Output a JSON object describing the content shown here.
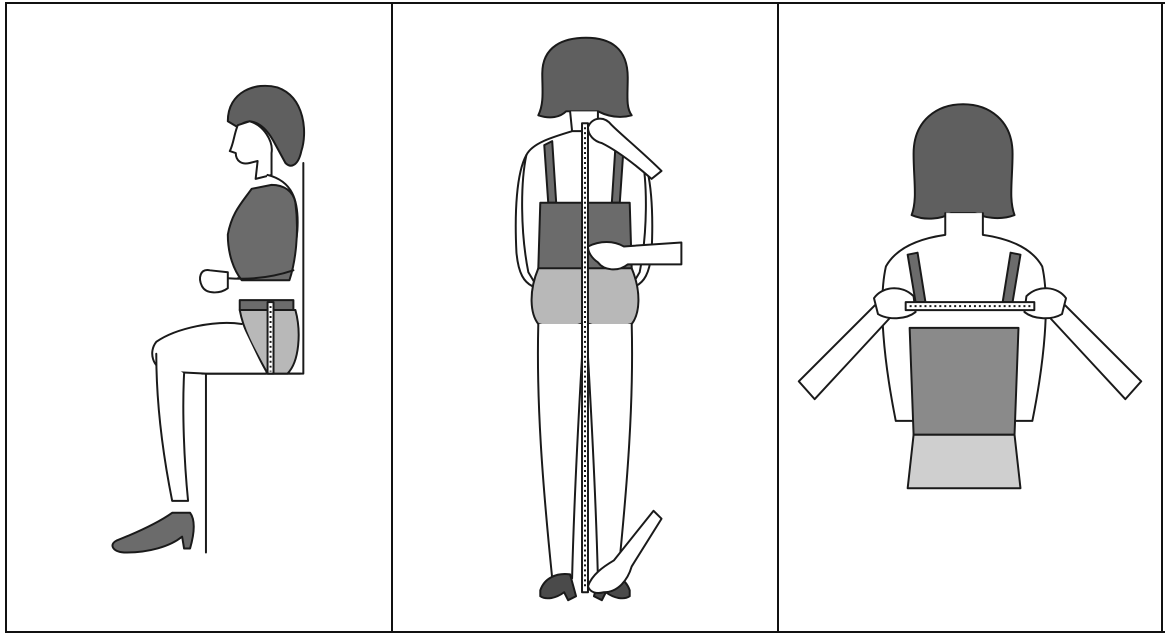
{
  "panels": [
    {
      "pose": "seated-side-view",
      "measurement": "seated-hip-height"
    },
    {
      "pose": "standing-back-view",
      "measurement": "full-back-length"
    },
    {
      "pose": "standing-back-view",
      "measurement": "back-width-across-shoulders"
    }
  ],
  "colors": {
    "hair": "#5f5f5f",
    "top": "#6b6b6b",
    "bottoms": "#b8b8b8",
    "skirt": "#cfcfcf",
    "outline": "#1a1a1a"
  },
  "icons": [
    "tape-measure-icon",
    "hand-icon",
    "shoe-icon",
    "chair-icon"
  ]
}
